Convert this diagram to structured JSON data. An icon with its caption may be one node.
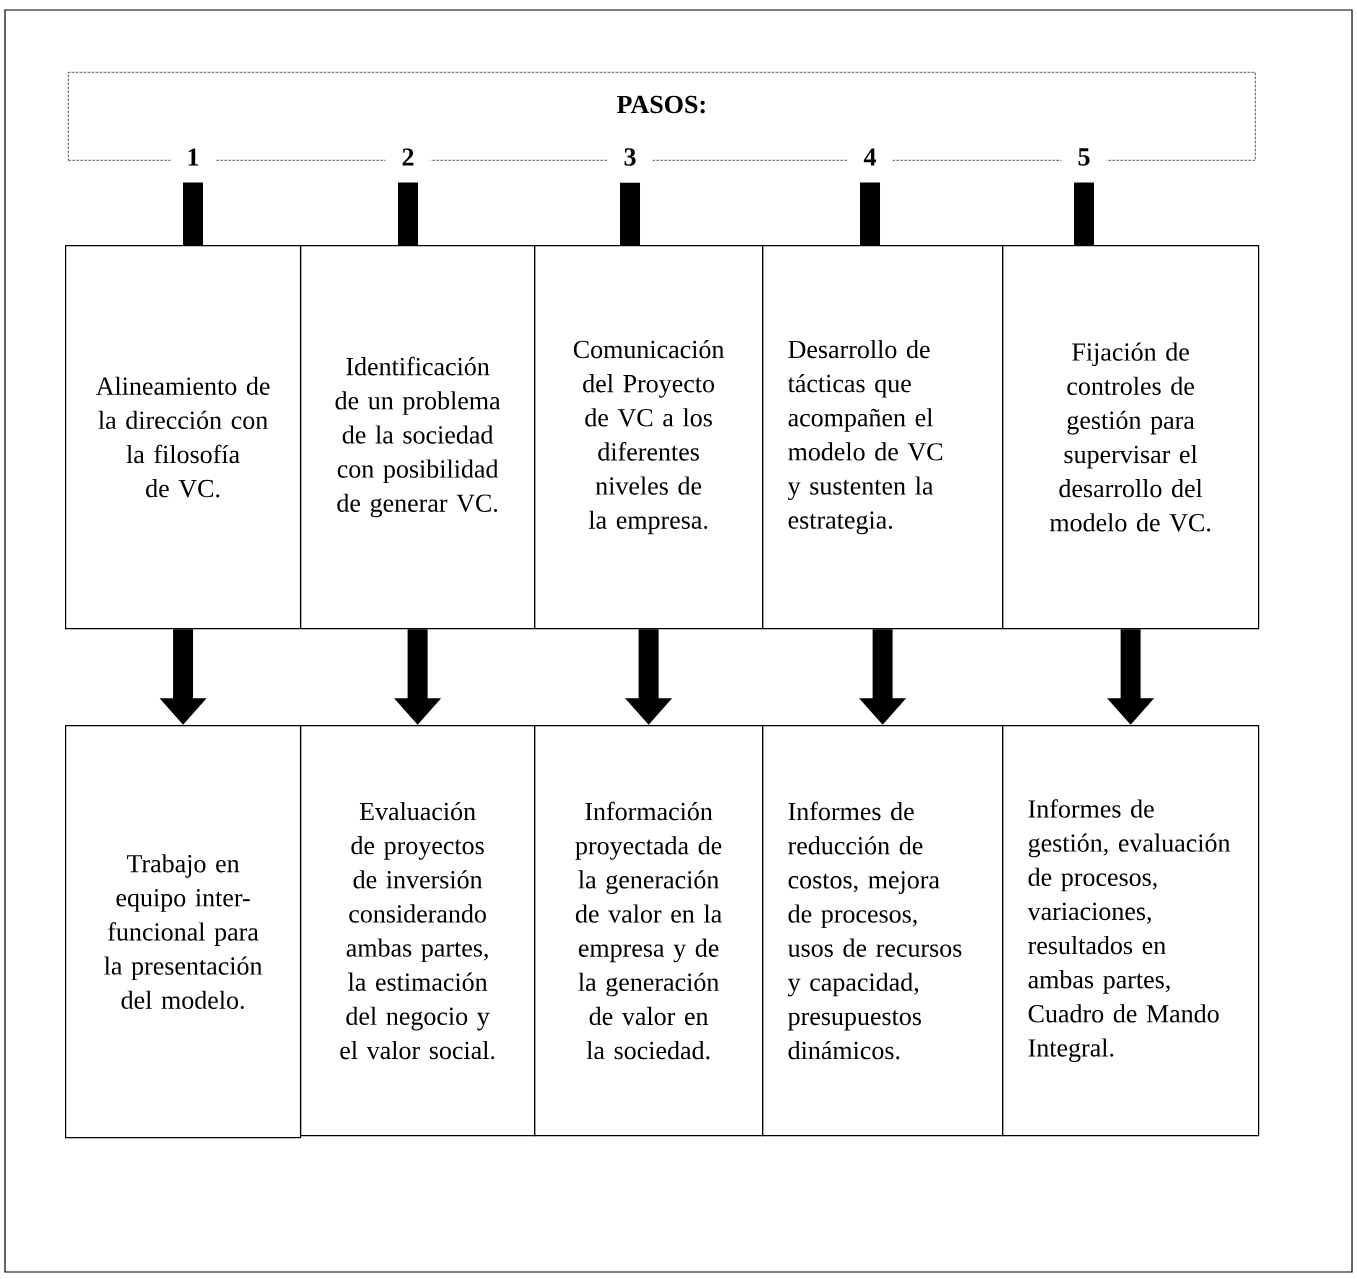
{
  "diagram": {
    "nodes": [
      {
        "text": [
          "PASOS:"
        ]
      },
      {
        "text": [
          "1"
        ],
        "in": 0
      },
      {
        "text": [
          "2"
        ],
        "in": 0
      },
      {
        "text": [
          "3"
        ],
        "in": 0
      },
      {
        "text": [
          "4"
        ],
        "in": 0
      },
      {
        "text": [
          "5"
        ],
        "in": 0
      },
      {
        "text": [
          "Alineamiento de la dirección con la filosofía de VC."
        ]
      },
      {
        "text": [
          "Identificación de un problema de la sociedad con posibilidad de generar VC."
        ]
      },
      {
        "text": [
          "Comunicación del Proyecto de VC a los diferentes niveles de la empresa."
        ]
      },
      {
        "text": [
          "Desarrollo de tácticas que acompañen el modelo de VC y sustenten la estrategia."
        ]
      },
      {
        "text": [
          "Fijación de controles de gestión para supervisar el desarrollo del modelo de VC."
        ]
      },
      {
        "text": [
          "Trabajo en equipo inter-funcional para la presentación del modelo."
        ]
      },
      {
        "text": [
          "Evaluación de proyectos de inversión considerando ambas partes, la estimación del negocio y el valor social."
        ]
      },
      {
        "text": [
          "Información proyectada de la generación de valor en la empresa y de la generación de valor en la sociedad."
        ]
      },
      {
        "text": [
          "Informes de reducción de costos, mejora de procesos, usos de recursos y capacidad, presupuestos dinámicos."
        ]
      },
      {
        "text": [
          "Informes de gestión, evaluación de procesos, variaciones, resultados en ambas partes, Cuadro de Mando Integral."
        ]
      }
    ],
    "edges": [
      {
        "from": 1,
        "to": 6,
        "arrow": "none"
      },
      {
        "from": 2,
        "to": 7,
        "arrow": "none"
      },
      {
        "from": 3,
        "to": 8,
        "arrow": "none"
      },
      {
        "from": 4,
        "to": 9,
        "arrow": "none"
      },
      {
        "from": 5,
        "to": 10,
        "arrow": "none"
      },
      {
        "from": 6,
        "to": 11,
        "arrow": "to"
      },
      {
        "from": 7,
        "to": 12,
        "arrow": "to"
      },
      {
        "from": 8,
        "to": 13,
        "arrow": "to"
      },
      {
        "from": 9,
        "to": 14,
        "arrow": "to"
      },
      {
        "from": 10,
        "to": 15,
        "arrow": "to"
      }
    ]
  }
}
